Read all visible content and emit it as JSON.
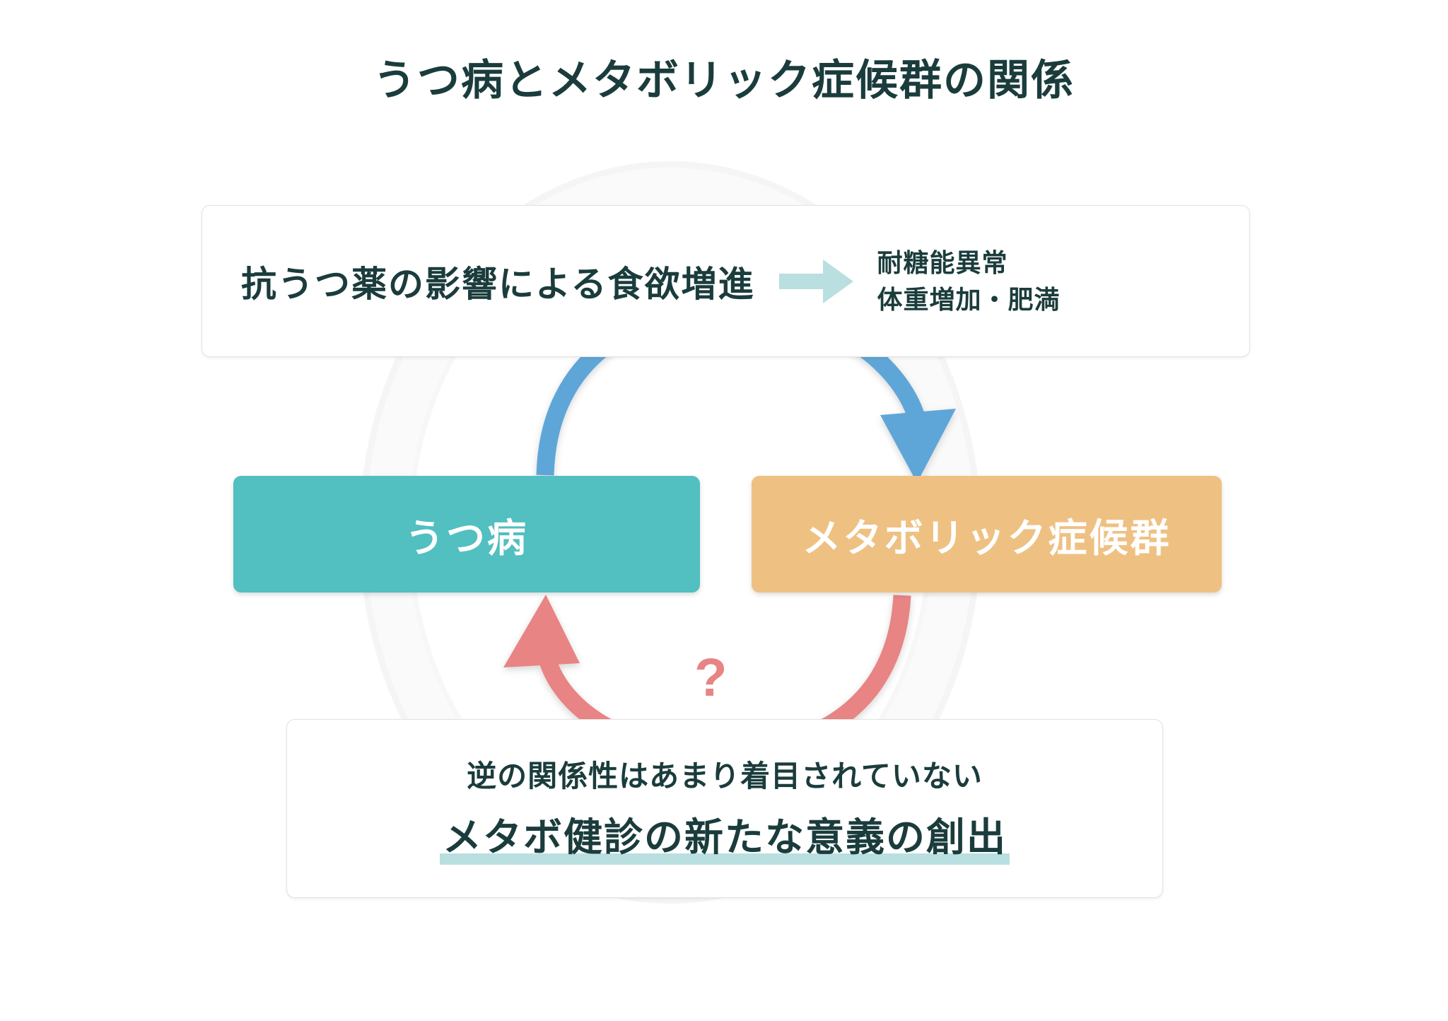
{
  "title": "うつ病とメタボリック症候群の関係",
  "colors": {
    "title_text": "#1b3c3c",
    "depression_box": "#52bfc0",
    "mets_box": "#eec183",
    "blue_arrow": "#5ea6d8",
    "red_arrow": "#e88484",
    "block_arrow": "#b9dfe0",
    "highlight": "#b9dfe0",
    "card_background": "#ffffff",
    "page_background": "#ffffff"
  },
  "top_card": {
    "lead_text": "抗うつ薬の影響による食欲増進",
    "arrow_icon": "right-block-arrow-icon",
    "outcomes": [
      "耐糖能異常",
      "体重増加・肥満"
    ]
  },
  "entities": {
    "depression": "うつ病",
    "metabolic_syndrome": "メタボリック症候群"
  },
  "arrows": {
    "forward": {
      "name": "depression-to-mets-arrow",
      "direction": "うつ病 → メタボリック症候群",
      "color": "#5ea6d8"
    },
    "reverse": {
      "name": "mets-to-depression-arrow",
      "direction": "メタボリック症候群 → うつ病",
      "color": "#e88484",
      "label": "?"
    }
  },
  "question_mark": "?",
  "bottom_card": {
    "note": "逆の関係性はあまり着目されていない",
    "conclusion": "メタボ健診の新たな意義の創出"
  }
}
